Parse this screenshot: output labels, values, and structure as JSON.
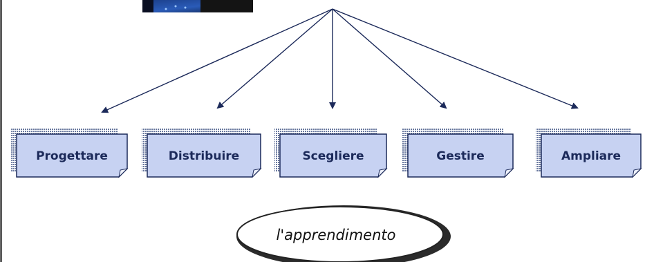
{
  "diagram": {
    "boxes": [
      {
        "label": "Progettare"
      },
      {
        "label": "Distribuire"
      },
      {
        "label": "Scegliere"
      },
      {
        "label": "Gestire"
      },
      {
        "label": "Ampliare"
      }
    ],
    "center_label": "l'apprendimento",
    "colors": {
      "box_fill": "#c7d2f2",
      "box_border": "#1c2a5a",
      "box_shadow": "#7f8fb5",
      "arrow": "#1c2a5a",
      "oval_shadow": "#2b2b2b"
    },
    "image": {
      "icon": "photo-thumbnail"
    }
  }
}
